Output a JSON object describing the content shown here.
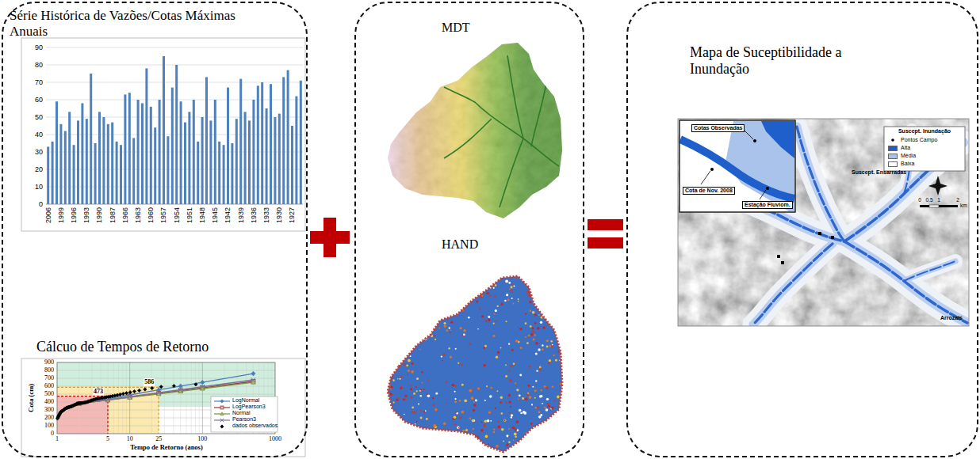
{
  "diagram": {
    "nodes": [
      {
        "text": [
          "Série Histórica de Vazões/Cotas Máximas Anuais",
          "Cálcuo de Tempos de Retorno"
        ]
      },
      {
        "text": [
          "MDT",
          "HAND"
        ]
      },
      {
        "text": [
          "Mapa de Suceptibilidade a Inundação"
        ]
      }
    ],
    "labels": [
      "0",
      "10",
      "20",
      "30",
      "40",
      "50",
      "60",
      "70",
      "80",
      "90",
      "2006",
      "1999",
      "1996",
      "1993",
      "1990",
      "1987",
      "1966",
      "1963",
      "1960",
      "1957",
      "1954",
      "1951",
      "1948",
      "1945",
      "1942",
      "1939",
      "1936",
      "1933",
      "1930",
      "1927",
      "0",
      "100",
      "200",
      "300",
      "400",
      "500",
      "600",
      "700",
      "800",
      "900",
      "1",
      "5",
      "10",
      "25",
      "100",
      "1000",
      "Cota (cm)",
      "Tempo de Retorno (anos)",
      "473",
      "586",
      "Cotas Observadas",
      "Cota de Nov. 2008",
      "Estação Fluviom.",
      "Suscept. Inundação",
      "Suscept. Ensarradas",
      "Arrozais",
      "0",
      "0.5",
      "1",
      "2",
      "km"
    ],
    "legend": [
      {
        "text": "LogNormal"
      },
      {
        "text": "LogPearson3"
      },
      {
        "text": "Normal"
      },
      {
        "text": "Pearson3"
      },
      {
        "text": "dados observados"
      },
      {
        "text": "Pontos Campo"
      },
      {
        "text": "Alta",
        "color": "#1f5fcc"
      },
      {
        "text": "Média",
        "color": "#a9c3ea"
      },
      {
        "text": "Baixa",
        "color": "#ffffff"
      }
    ]
  }
}
